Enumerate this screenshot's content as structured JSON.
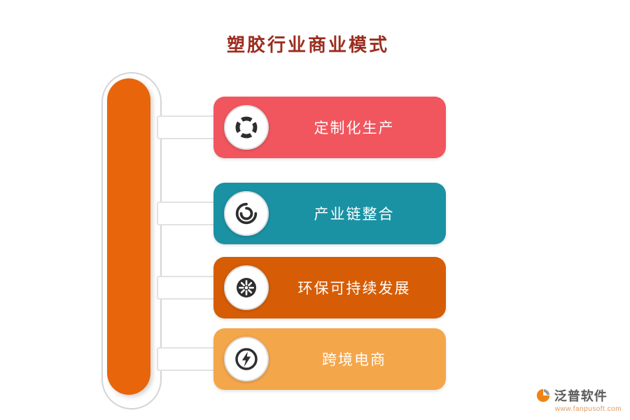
{
  "title": {
    "text": "塑胶行业商业模式",
    "color": "#9B2D1F"
  },
  "capsule": {
    "color": "#E8650B"
  },
  "items": [
    {
      "label": "定制化生产",
      "color": "#F1565F",
      "icon": "target-icon"
    },
    {
      "label": "产业链整合",
      "color": "#1A92A4",
      "icon": "cycle-icon"
    },
    {
      "label": "环保可持续发展",
      "color": "#D65D06",
      "icon": "wheel-icon"
    },
    {
      "label": "跨境电商",
      "color": "#F4A64B",
      "icon": "lightning-icon"
    }
  ],
  "footer": {
    "brand": "泛普软件",
    "url": "www.fanpusoft.com"
  }
}
